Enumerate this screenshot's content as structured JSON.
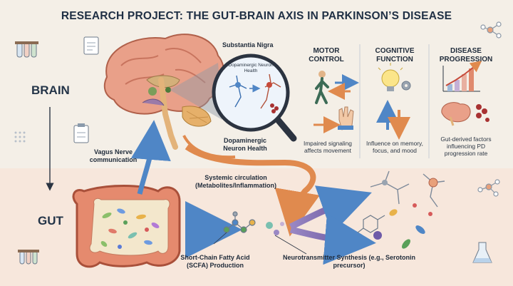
{
  "title": "RESEARCH PROJECT: THE GUT-BRAIN AXIS IN PARKINSON’S DISEASE",
  "sides": {
    "brain": "BRAIN",
    "gut": "GUT"
  },
  "brain": {
    "substantia_nigra": "Substantia Nigra",
    "magnifier_label": "Dopaminergic Neuron Health",
    "dopaminergic_label": "Dopaminergic Neuron Health"
  },
  "effects": {
    "motor": {
      "header": "MOTOR CONTROL",
      "desc": "Impaired signaling affects movement"
    },
    "cognitive": {
      "header": "COGNITIVE FUNCTION",
      "desc": "Influence on memory, focus, and mood"
    },
    "progression": {
      "header": "DISEASE PROGRESSION",
      "desc": "Gut-derived factors influencing PD progression rate"
    }
  },
  "pathways": {
    "vagus": "Vagus Nerve communication",
    "systemic": "Systemic circulation (Metabolites/Inflammation)",
    "scfa": "Short-Chain Fatty Acid (SCFA) Production",
    "neuro": "Neurotransmitter Synthesis (e.g., Serotonin precursor)"
  },
  "colors": {
    "accent_blue": "#4f86c6",
    "accent_orange": "#e08a4e",
    "purple": "#7f6aa8",
    "brain_pink": "#e9a089"
  }
}
